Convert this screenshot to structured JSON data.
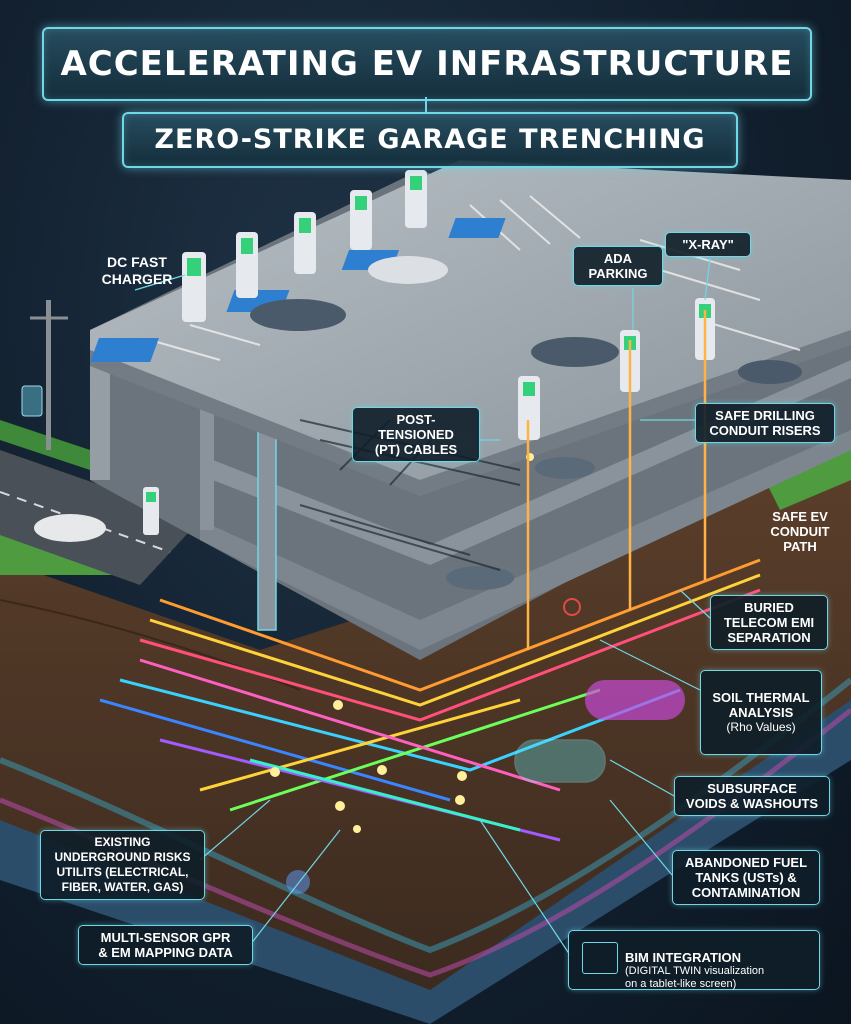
{
  "header": {
    "title": "ACCELERATING EV INFRASTRUCTURE",
    "subtitle": "ZERO-STRIKE GARAGE TRENCHING"
  },
  "callouts": {
    "dc_fast_charger": "DC FAST\nCHARGER",
    "ada_parking": "ADA\nPARKING",
    "xray": "\"X-RAY\"",
    "pt_cables": "POST-TENSIONED\n(PT) CABLES",
    "safe_drilling": "SAFE DRILLING\nCONDUIT RISERS",
    "safe_ev_conduit": "SAFE EV\nCONDUIT\nPATH",
    "buried_telecom": "BURIED\nTELECOM EMI\nSEPARATION",
    "soil_thermal": "SOIL THERMAL\nANALYSIS",
    "soil_thermal_sub": "(Rho Values)",
    "subsurface_voids": "SUBSURFACE\nVOIDS & WASHOUTS",
    "fuel_tanks": "ABANDONED FUEL\nTANKS (USTs) &\nCONTAMINATION",
    "existing_utilities": "EXISTING\nUNDERGROUND RISKS\nUTILITS (ELECTRICAL,\nFIBER, WATER, GAS)",
    "gpr_mapping": "MULTI-SENSOR GPR\n& EM MAPPING DATA",
    "bim_integration": "BIM INTEGRATION",
    "bim_sub": "(DIGITAL TWIN visualization\non a tablet-like screen)"
  },
  "colors": {
    "accent": "#6fd7e6",
    "concrete": "#9aa3ab",
    "soil": "#6b4a33",
    "ada_blue": "#2f7fd0",
    "charger_green": "#35d07a"
  }
}
